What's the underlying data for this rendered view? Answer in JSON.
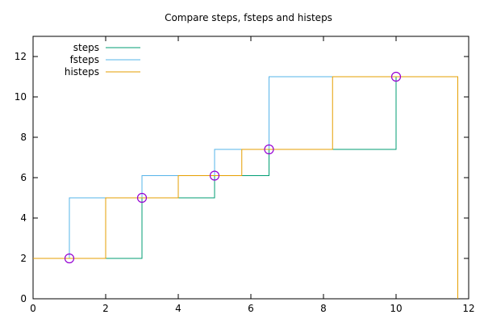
{
  "chart_data": {
    "type": "line",
    "title": "Compare steps, fsteps and histeps",
    "xlabel": "",
    "ylabel": "",
    "xlim": [
      0,
      12
    ],
    "ylim": [
      0,
      13
    ],
    "x_ticks": [
      0,
      2,
      4,
      6,
      8,
      10,
      12
    ],
    "y_ticks": [
      0,
      2,
      4,
      6,
      8,
      10,
      12
    ],
    "x_tick_labels": [
      "0",
      "2",
      "4",
      "6",
      "8",
      "10",
      "12"
    ],
    "y_tick_labels": [
      "0",
      "2",
      "4",
      "6",
      "8",
      "10",
      "12"
    ],
    "grid": false,
    "legend_position": "top-left",
    "points": [
      {
        "x": 1.0,
        "y": 2.0
      },
      {
        "x": 3.0,
        "y": 5.0
      },
      {
        "x": 5.0,
        "y": 6.1
      },
      {
        "x": 6.5,
        "y": 7.4
      },
      {
        "x": 10.0,
        "y": 11.0
      }
    ],
    "point_color": "#9400d3",
    "series": [
      {
        "name": "steps",
        "style": "steps",
        "color": "#009e73"
      },
      {
        "name": "fsteps",
        "style": "fsteps",
        "color": "#56b4e9"
      },
      {
        "name": "histeps",
        "style": "histeps",
        "color": "#e69f00"
      }
    ],
    "histeps_extent": [
      0,
      11.7
    ]
  }
}
